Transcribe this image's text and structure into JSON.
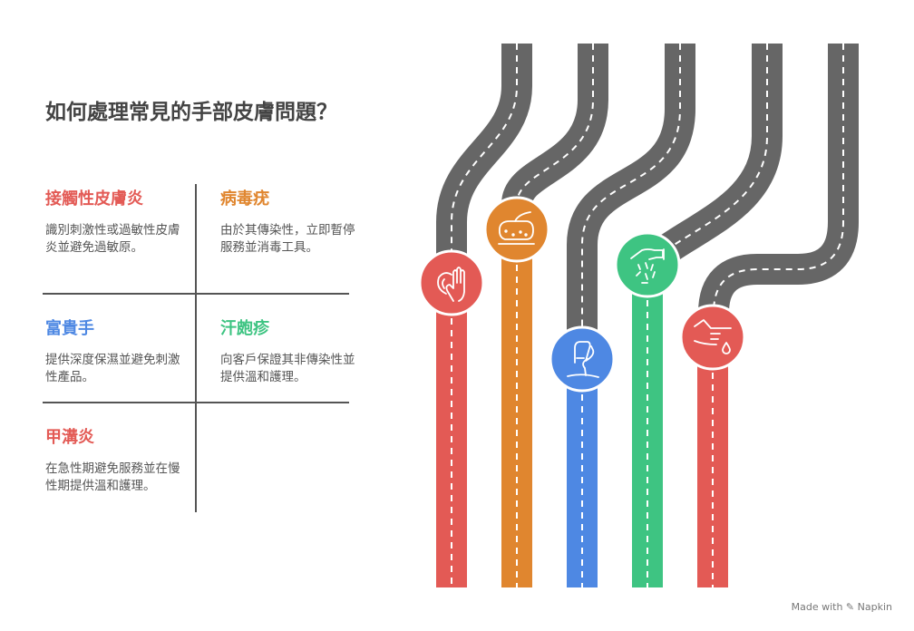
{
  "title": "如何處理常見的手部皮膚問題？",
  "items": [
    {
      "heading": "接觸性皮膚炎",
      "text": "識別刺激性或過敏性皮膚炎並避免過敏原。",
      "color": "#e35a55"
    },
    {
      "heading": "病毒疣",
      "text": "由於其傳染性，立即暫停服務並消毒工具。",
      "color": "#e0862f"
    },
    {
      "heading": "富貴手",
      "text": "提供深度保濕並避免刺激性產品。",
      "color": "#4e88e3"
    },
    {
      "heading": "汗皰疹",
      "text": "向客戶保證其非傳染性並提供溫和護理。",
      "color": "#3ec482"
    },
    {
      "heading": "甲溝炎",
      "text": "在急性期避免服務並在慢性期提供溫和護理。",
      "color": "#e35a55"
    }
  ],
  "road_color": "#666666",
  "footer": "Made with ✎ Napkin"
}
